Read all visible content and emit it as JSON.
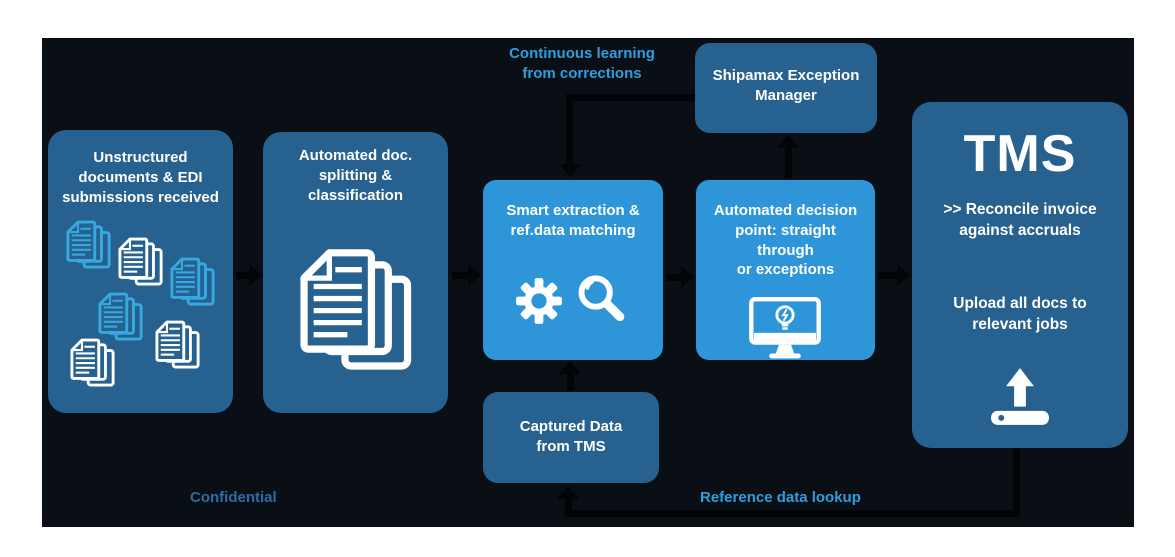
{
  "colors": {
    "panel_bg": "#0a0f15",
    "dark_box": "#27618f",
    "light_box": "#2e96d8",
    "accent_text": "#2d9fdf",
    "confidential_text": "#2a6da8",
    "arrow": "#020507",
    "icon_blue": "#36a9e1"
  },
  "nodes": {
    "unstructured": {
      "label": "Unstructured\ndocuments & EDI\nsubmissions received"
    },
    "splitting": {
      "label": "Automated doc.\nsplitting &\nclassification"
    },
    "extraction": {
      "label": "Smart extraction &\nref.data matching"
    },
    "decision": {
      "label": "Automated decision\npoint: straight\nthrough\nor exceptions"
    },
    "exception_manager": {
      "label": "Shipamax Exception\nManager"
    },
    "captured_data": {
      "label": "Captured Data\nfrom TMS"
    },
    "tms": {
      "title": "TMS",
      "reconcile": ">> Reconcile invoice\nagainst accruals",
      "upload": "Upload all docs to\nrelevant jobs"
    }
  },
  "annotations": {
    "continuous_learning": "Continuous learning\nfrom corrections",
    "reference_lookup": "Reference data lookup",
    "confidential": "Confidential"
  }
}
